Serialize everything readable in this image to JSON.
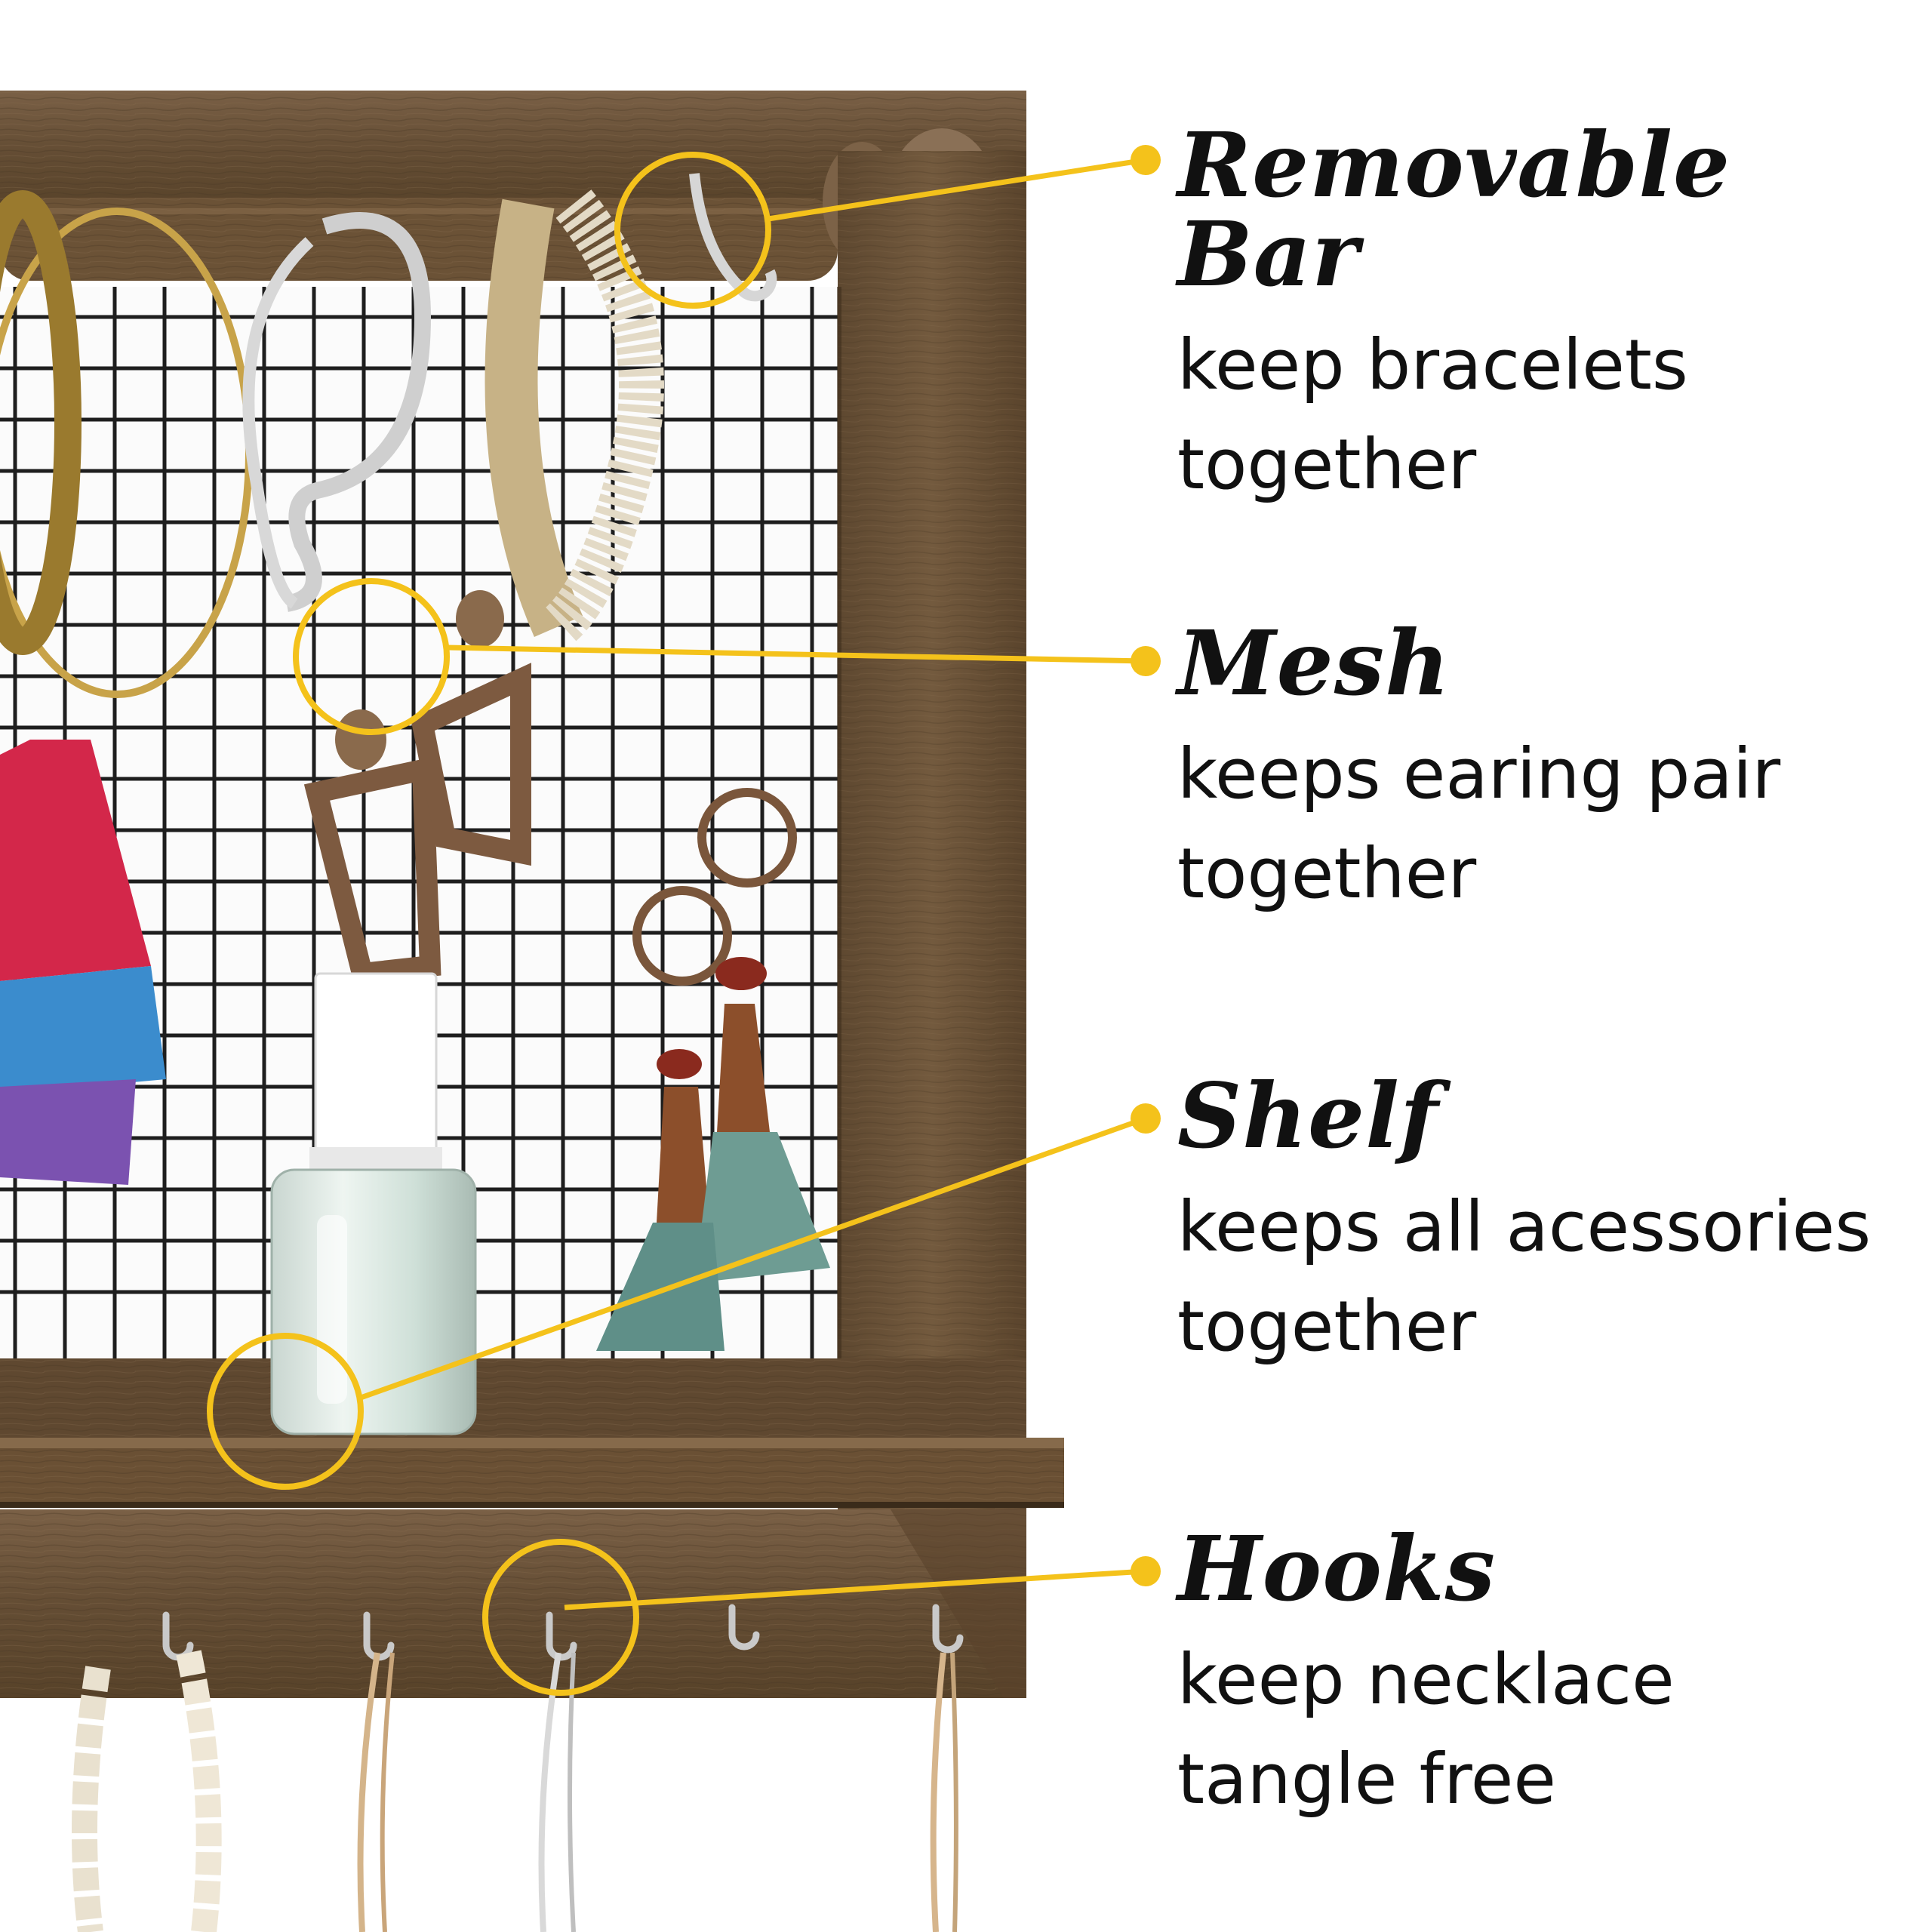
{
  "features": [
    {
      "title": "Removable Bar",
      "lines": [
        "keep bracelets",
        "together"
      ]
    },
    {
      "title": "Mesh",
      "lines": [
        "keeps earing pair",
        "together"
      ]
    },
    {
      "title": "Shelf",
      "lines": [
        "keeps all acessories",
        "together"
      ]
    },
    {
      "title": "Hooks",
      "lines": [
        "keep necklace",
        "tangle free"
      ]
    }
  ],
  "colors": {
    "callout": "#F4C21B",
    "wood": "#6B5338",
    "wood_dark": "#4E3A25",
    "mesh": "#1b1b1b",
    "text": "#111111"
  }
}
